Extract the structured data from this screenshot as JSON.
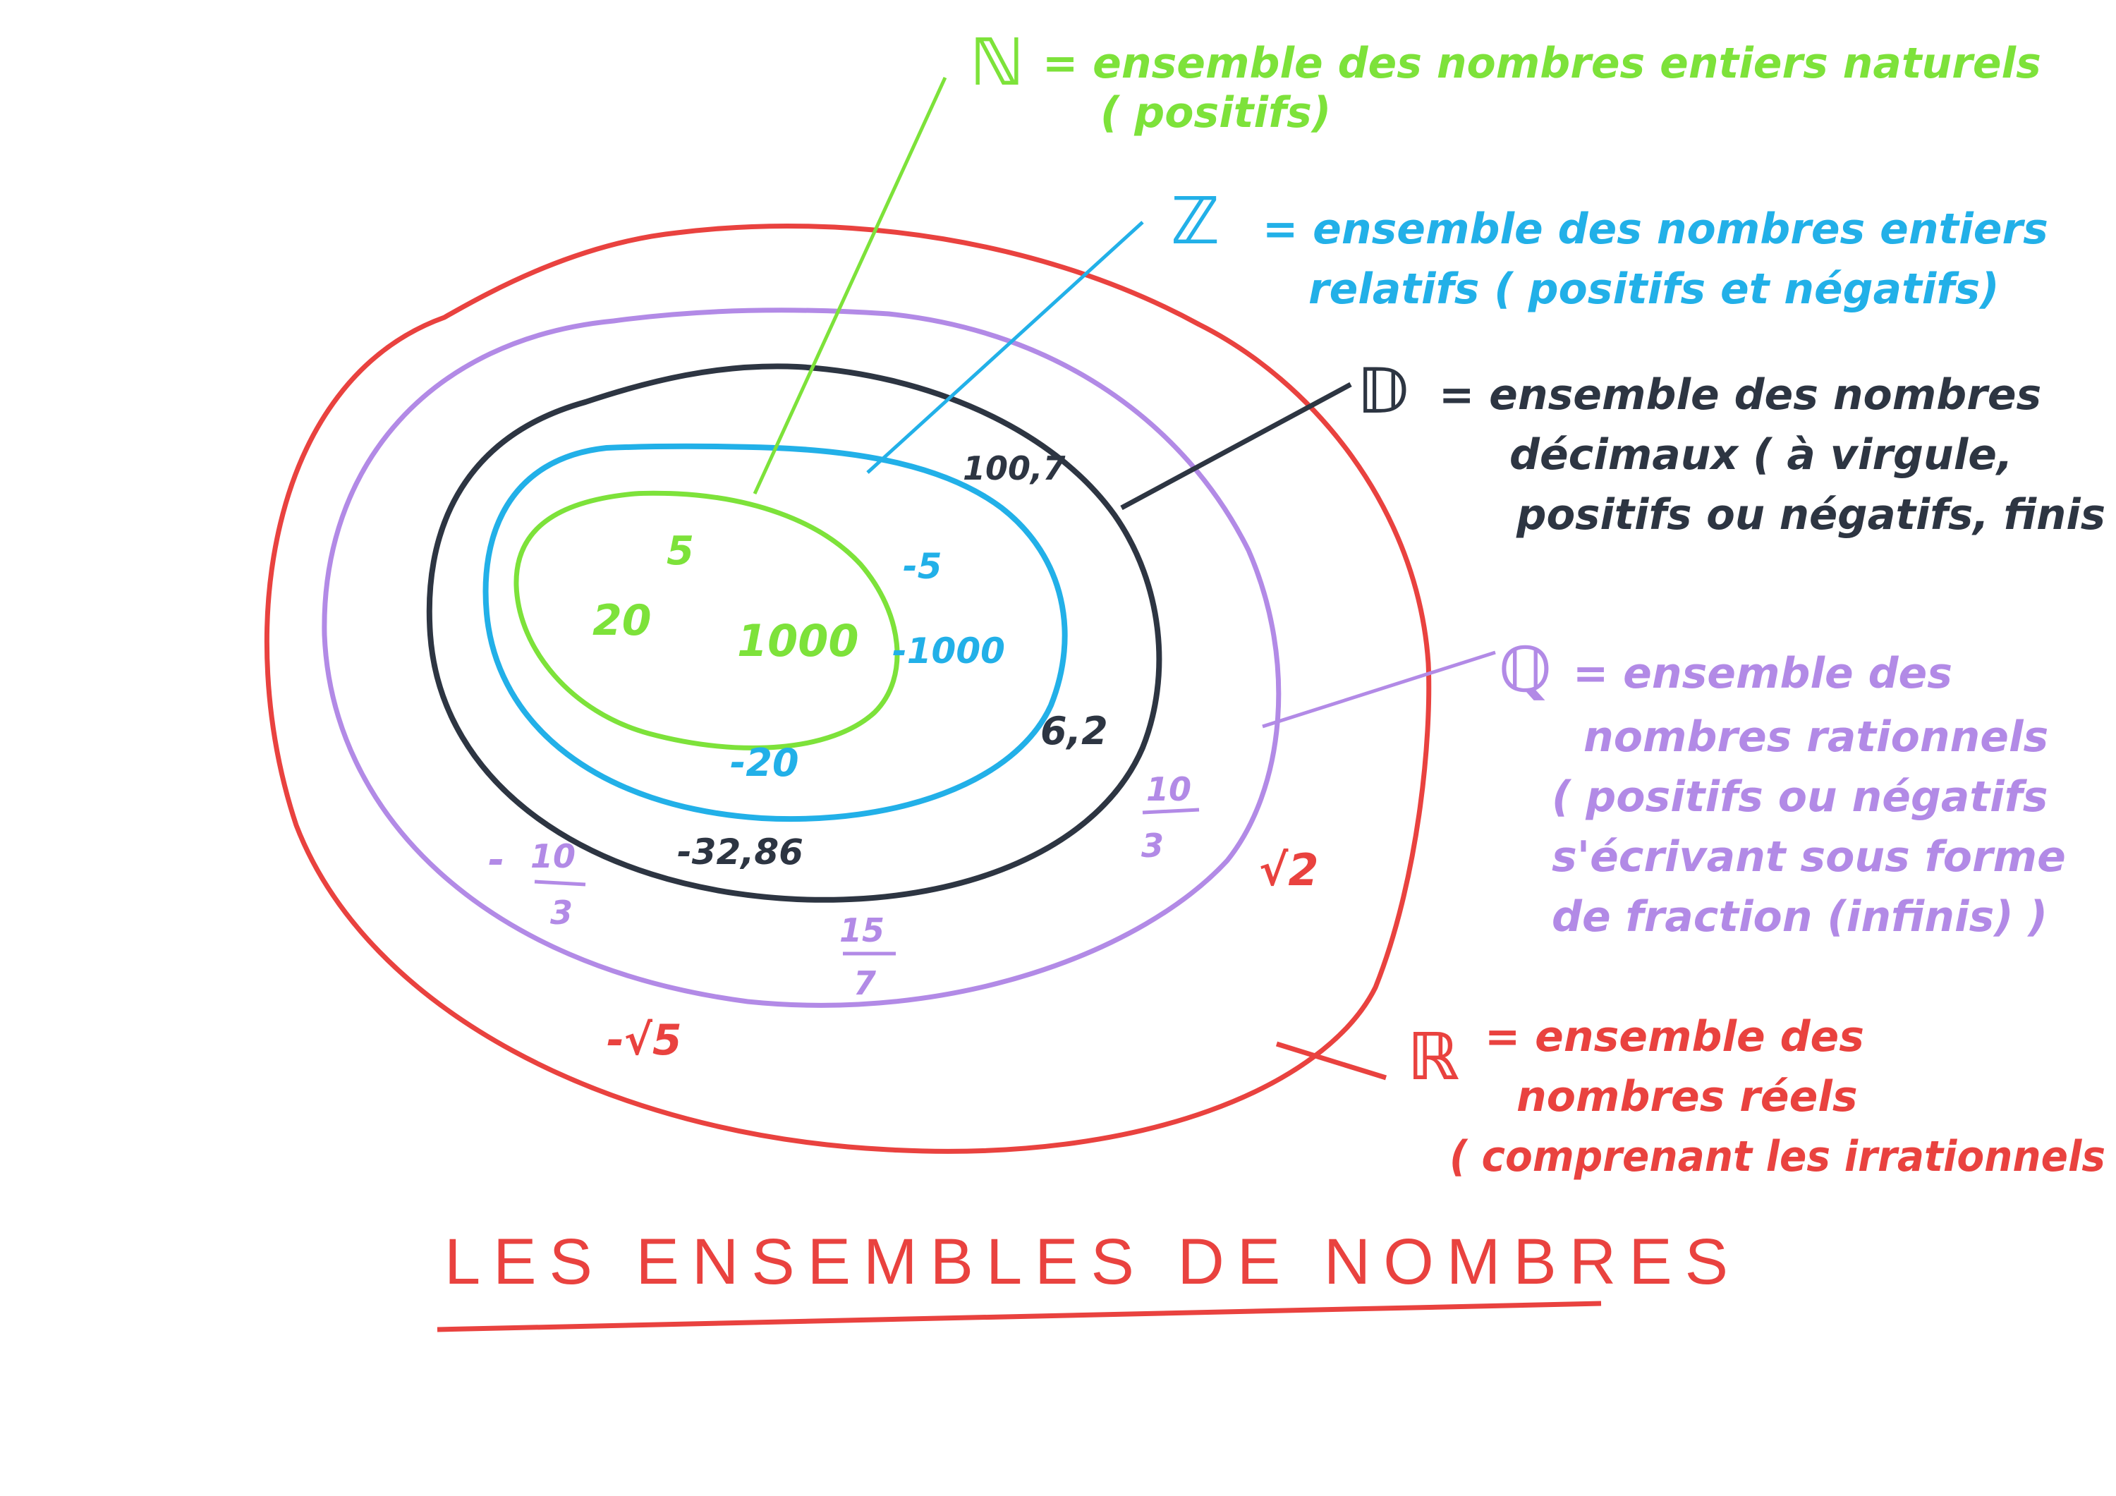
{
  "colors": {
    "N": "#7de23a",
    "Z": "#22b0e8",
    "D": "#2d3542",
    "Q": "#b28ae6",
    "R": "#e9423f"
  },
  "sets": {
    "N": {
      "symbol": "ℕ",
      "line1": "= ensemble des nombres entiers naturels",
      "line2": "( positifs)"
    },
    "Z": {
      "symbol": "ℤ",
      "line1": "= ensemble des nombres entiers",
      "line2": "relatifs ( positifs et négatifs)"
    },
    "D": {
      "symbol": "𝔻",
      "line1": "= ensemble des nombres",
      "line2": "décimaux ( à virgule,",
      "line3": "positifs ou négatifs, finis"
    },
    "Q": {
      "symbol": "ℚ",
      "line1": "= ensemble des",
      "line2": "nombres rationnels",
      "line3": "( positifs ou négatifs",
      "line4": "s'écrivant sous forme",
      "line5": "de fraction (infinis) )"
    },
    "R": {
      "symbol": "ℝ",
      "line1": "= ensemble des",
      "line2": "nombres réels",
      "line3": "( comprenant les irrationnels"
    }
  },
  "examples": {
    "n1": "5",
    "n2": "20",
    "n3": "1000",
    "z1": "-5",
    "z2": "-1000",
    "z3": "-20",
    "d1": "100,7",
    "d2": "6,2",
    "d3": "-32,86",
    "q1_num": "10",
    "q1_den": "3",
    "q2_sign": "-",
    "q2_num": "10",
    "q2_den": "3",
    "q3_num": "15",
    "q3_den": "7",
    "r1": "√2",
    "r2": "-√5"
  },
  "title": "LES ENSEMBLES DE NOMBRES"
}
